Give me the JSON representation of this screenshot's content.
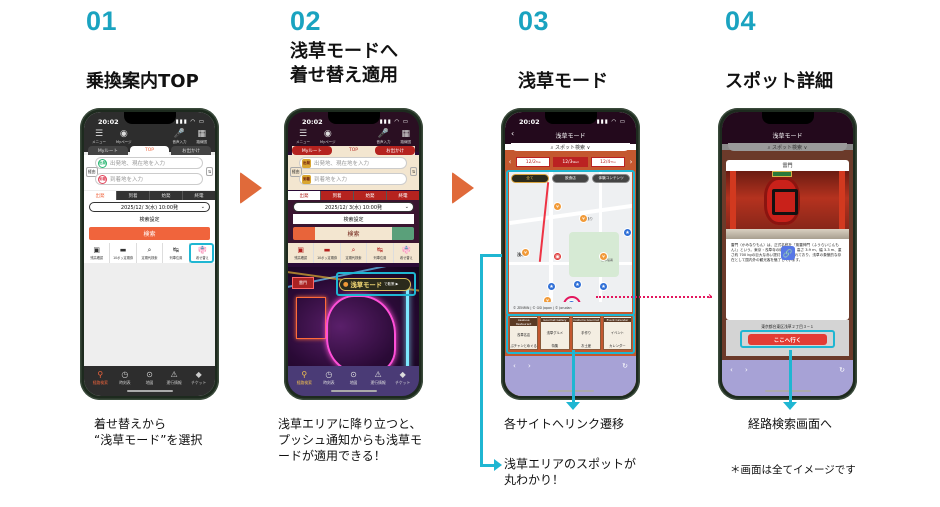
{
  "steps": [
    {
      "num": "01",
      "title": "乗換案内TOP",
      "caption": [
        "着せ替えから",
        "“浅草モード”を選択"
      ]
    },
    {
      "num": "02",
      "title": [
        "浅草モードへ",
        "着せ替え適用"
      ],
      "caption": [
        "浅草エリアに降り立つと、",
        "プッシュ通知からも浅草モ",
        "ードが適用できる！"
      ]
    },
    {
      "num": "03",
      "title": "浅草モード",
      "callouts": [
        "各サイトへリンク遷移",
        "浅草エリアのスポットが",
        "丸わかり！"
      ]
    },
    {
      "num": "04",
      "title": "スポット詳細",
      "callouts": [
        "経路検索画面へ"
      ]
    }
  ],
  "footnote": "＊画面は全てイメージです",
  "colors": {
    "accent_teal": "#1aa3c0",
    "highlight": "#1fb6d2",
    "arrow": "#e06a3a",
    "dotted": "#e3165d",
    "search_orange": "#f0643c"
  },
  "phone_common": {
    "time": "20:02",
    "status_icons": "▮▮▮ ◠ ▭",
    "header_icons": [
      {
        "glyph": "☰",
        "label": "メニュー"
      },
      {
        "glyph": "◉",
        "label": "Myページ"
      },
      {
        "glyph": "🎤",
        "label": "音声入力"
      },
      {
        "glyph": "▦",
        "label": "路線図"
      }
    ],
    "mode_tabs": [
      "Myルート",
      "TOP",
      "お出かけ"
    ],
    "from_badge": "出発",
    "from_placeholder": "出発地、現在地を入力",
    "to_badge": "到着",
    "to_placeholder": "到着地を入力",
    "via_label": "経由",
    "swap_label": "⇅",
    "segments": [
      "出発",
      "到着",
      "始発",
      "終電"
    ],
    "datetime": "2025/12/ 3(水) 10:00発",
    "settings_label": "検索設定",
    "search_label": "検索",
    "features": [
      {
        "glyph": "▣",
        "label": "残高確認"
      },
      {
        "glyph": "▬",
        "label": "10ポッ定期券"
      },
      {
        "glyph": "⌕",
        "label": "定期代検索"
      },
      {
        "glyph": "↹",
        "label": "列車位置"
      },
      {
        "glyph": "👘",
        "label": "着せ替え"
      }
    ],
    "bottom_nav": [
      {
        "glyph": "⚲",
        "label": "経路検索"
      },
      {
        "glyph": "◷",
        "label": "時刻表"
      },
      {
        "glyph": "⊙",
        "label": "地図"
      },
      {
        "glyph": "⚠",
        "label": "運行情報"
      },
      {
        "glyph": "◆",
        "label": "チケット"
      }
    ]
  },
  "screen2": {
    "mode_banner": "浅草モード",
    "mode_banner_suffix": "で散策 ▶",
    "neon_sign": "雷門"
  },
  "screen3": {
    "title": "浅草モード",
    "spot_search": "⌕ スポット検索 ∨",
    "dates": [
      {
        "label": "12/2",
        "sub": "Tue"
      },
      {
        "label": "12/3",
        "sub": "Wed"
      },
      {
        "label": "12/4",
        "sub": "Thu"
      }
    ],
    "filters": [
      "全て",
      "飲食店",
      "体験コンテンツ"
    ],
    "map_labels": [
      "言問通り",
      "浅草",
      "日本堤署",
      "浅草公園"
    ],
    "current_location": "現在地",
    "map_credit": "© ZENRIN | © GSI Japan | © Jorudan",
    "cards": [
      {
        "top": "Asakusa Restaurant",
        "body": "浅草名店",
        "sub": "ぷチャンとめぐる"
      },
      {
        "top": "Gourmet Gallery",
        "body": "浅草グルメ",
        "sub": "特集"
      },
      {
        "top": "Costume Gourmet",
        "body": "手作り",
        "sub": "お土産"
      },
      {
        "top": "Event Calendar",
        "body": "イベント",
        "sub": "カレンダー"
      }
    ]
  },
  "screen4": {
    "title": "浅草モード",
    "spot_search": "⌕ スポット検索 ∨",
    "spot_name": "雷門",
    "description": "雷門（かみなりもん）は、正式名称を「風雷神門（ふうらいじんもん）」という。東京・浅草寺の総門です。高さ 3.9 m、幅 3.3 m、重さ約 700 kgの巨大な赤い提灯が吊るされており、浅草の象徴的な存在として国内外の観光客を魅了しています。",
    "address": "東京都台東区浅草２丁目３−１",
    "go_button": "ここへ行く",
    "link_icon": "🔗"
  }
}
